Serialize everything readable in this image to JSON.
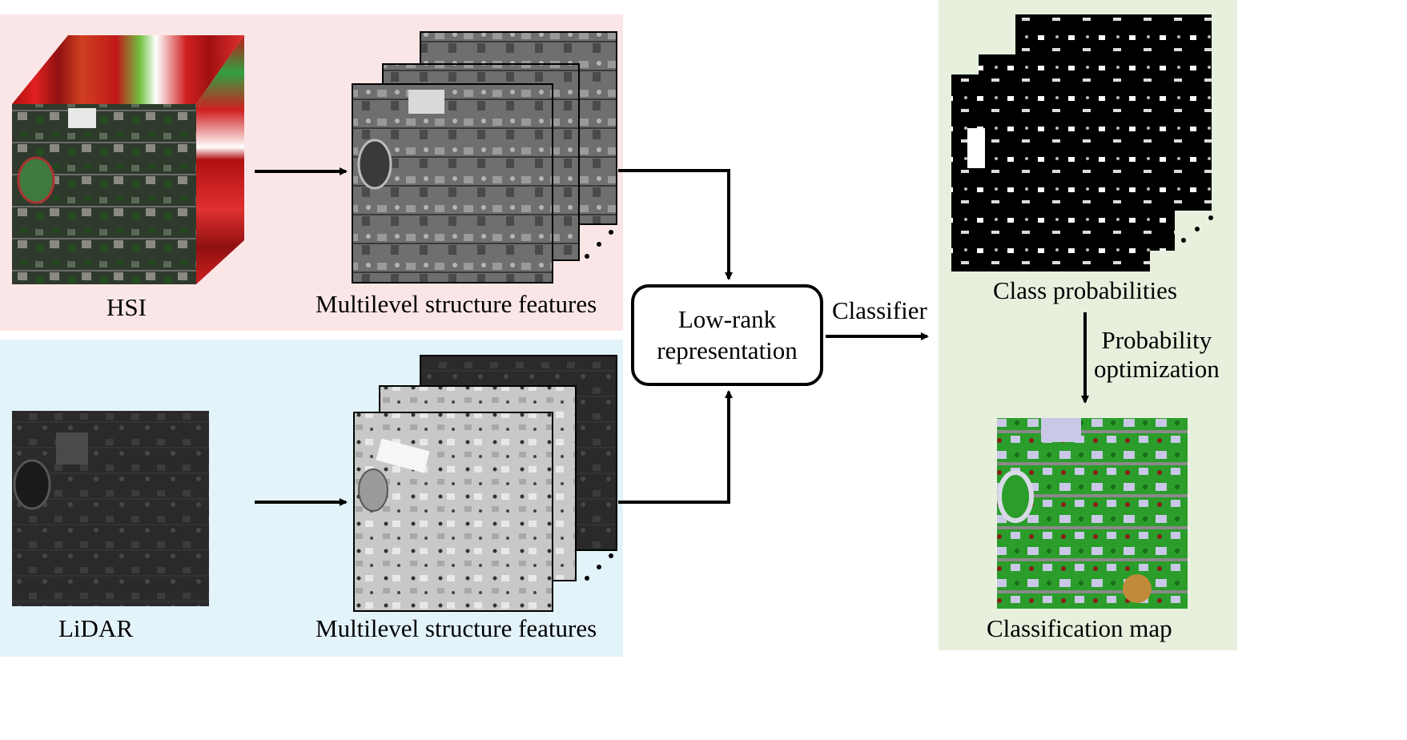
{
  "labels": {
    "hsi": "HSI",
    "hsi_features": "Multilevel structure features",
    "lidar": "LiDAR",
    "lidar_features": "Multilevel structure features",
    "low_rank": "Low-rank\nrepresentation",
    "classifier": "Classifier",
    "class_probabilities": "Class probabilities",
    "probability_optimization": "Probability\noptimization",
    "classification_map": "Classification map"
  },
  "colors": {
    "hsi_panel": "#fbe6e7",
    "lidar_panel": "#e3f3fa",
    "output_panel": "#e6f0dd",
    "arrow": "#000000",
    "map_vegetation": "#2a9d2a",
    "map_building": "#c9c8e6",
    "map_road": "#8a8a8a",
    "map_soil": "#c08a3a",
    "map_red": "#8b1a1a"
  },
  "icons": {
    "hsi_cube": "hyperspectral-cube-image",
    "hsi_stack": "grayscale-feature-stack",
    "lidar_image": "lidar-elevation-image",
    "lidar_stack": "lidar-feature-stack",
    "prob_stack": "probability-map-stack",
    "class_map": "colored-classification-map",
    "ellipsis": "more-dots"
  }
}
